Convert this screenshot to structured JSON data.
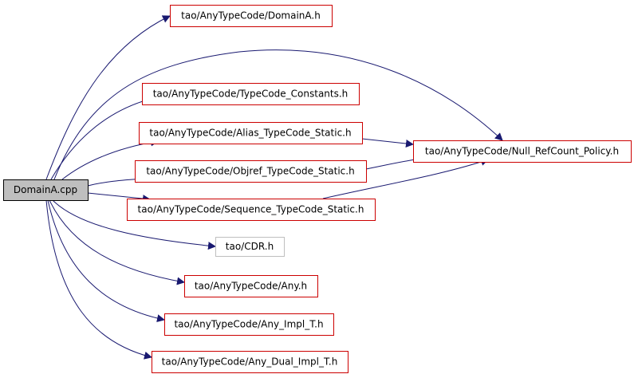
{
  "graph": {
    "root": {
      "id": "domaina-cpp",
      "label": "DomainA.cpp",
      "fill": "#bfbfbf",
      "border": "#000000"
    },
    "nodes": [
      {
        "id": "domaina-h",
        "label": "tao/AnyTypeCode/DomainA.h",
        "border": "#cc0000"
      },
      {
        "id": "typecode-constants-h",
        "label": "tao/AnyTypeCode/TypeCode_Constants.h",
        "border": "#cc0000"
      },
      {
        "id": "alias-typecode-static-h",
        "label": "tao/AnyTypeCode/Alias_TypeCode_Static.h",
        "border": "#cc0000"
      },
      {
        "id": "null-refcount-policy-h",
        "label": "tao/AnyTypeCode/Null_RefCount_Policy.h",
        "border": "#cc0000"
      },
      {
        "id": "objref-typecode-static-h",
        "label": "tao/AnyTypeCode/Objref_TypeCode_Static.h",
        "border": "#cc0000"
      },
      {
        "id": "sequence-typecode-static-h",
        "label": "tao/AnyTypeCode/Sequence_TypeCode_Static.h",
        "border": "#cc0000"
      },
      {
        "id": "cdr-h",
        "label": "tao/CDR.h",
        "border": "#bfbfbf"
      },
      {
        "id": "any-h",
        "label": "tao/AnyTypeCode/Any.h",
        "border": "#cc0000"
      },
      {
        "id": "any-impl-t-h",
        "label": "tao/AnyTypeCode/Any_Impl_T.h",
        "border": "#cc0000"
      },
      {
        "id": "any-dual-impl-t-h",
        "label": "tao/AnyTypeCode/Any_Dual_Impl_T.h",
        "border": "#cc0000"
      }
    ],
    "edges": [
      {
        "from": "domaina-cpp",
        "to": "domaina-h"
      },
      {
        "from": "domaina-cpp",
        "to": "null-refcount-policy-h"
      },
      {
        "from": "domaina-cpp",
        "to": "typecode-constants-h"
      },
      {
        "from": "domaina-cpp",
        "to": "alias-typecode-static-h"
      },
      {
        "from": "domaina-cpp",
        "to": "objref-typecode-static-h"
      },
      {
        "from": "domaina-cpp",
        "to": "sequence-typecode-static-h"
      },
      {
        "from": "domaina-cpp",
        "to": "cdr-h"
      },
      {
        "from": "domaina-cpp",
        "to": "any-h"
      },
      {
        "from": "domaina-cpp",
        "to": "any-impl-t-h"
      },
      {
        "from": "domaina-cpp",
        "to": "any-dual-impl-t-h"
      },
      {
        "from": "alias-typecode-static-h",
        "to": "null-refcount-policy-h"
      },
      {
        "from": "objref-typecode-static-h",
        "to": "null-refcount-policy-h"
      },
      {
        "from": "sequence-typecode-static-h",
        "to": "null-refcount-policy-h"
      }
    ],
    "edge_color": "#191970"
  }
}
